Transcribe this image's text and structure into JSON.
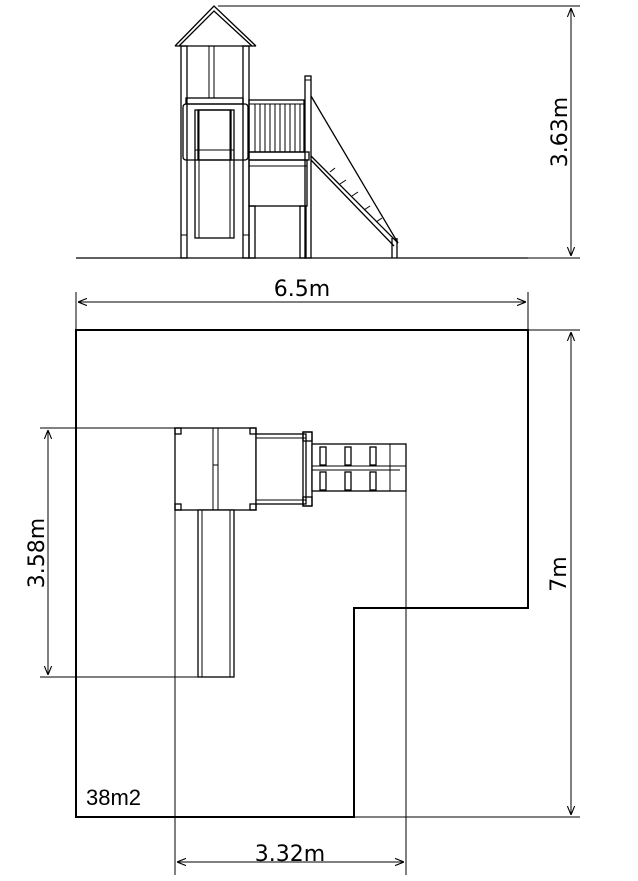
{
  "dimensions": {
    "elevation_height": "3.63m",
    "total_width": "6.5m",
    "total_depth": "7m",
    "structure_depth": "3.58m",
    "cutout_width": "3.32m"
  },
  "area_label": "38m2"
}
